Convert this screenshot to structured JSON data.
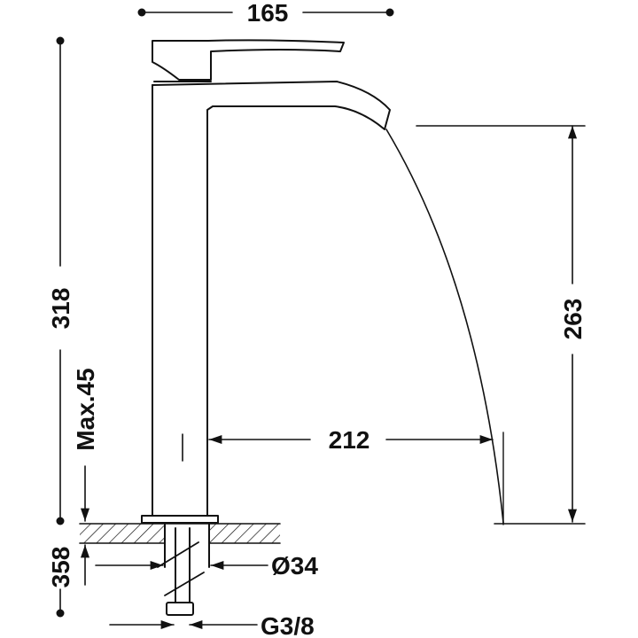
{
  "dimensions": {
    "top_width": "165",
    "total_height": "318",
    "max_deck": "Max.45",
    "below_deck": "358",
    "spout_height": "263",
    "spout_reach": "212",
    "body_diameter": "Ø34",
    "connection": "G3/8"
  },
  "colors": {
    "line": "#111111",
    "background": "#ffffff"
  }
}
